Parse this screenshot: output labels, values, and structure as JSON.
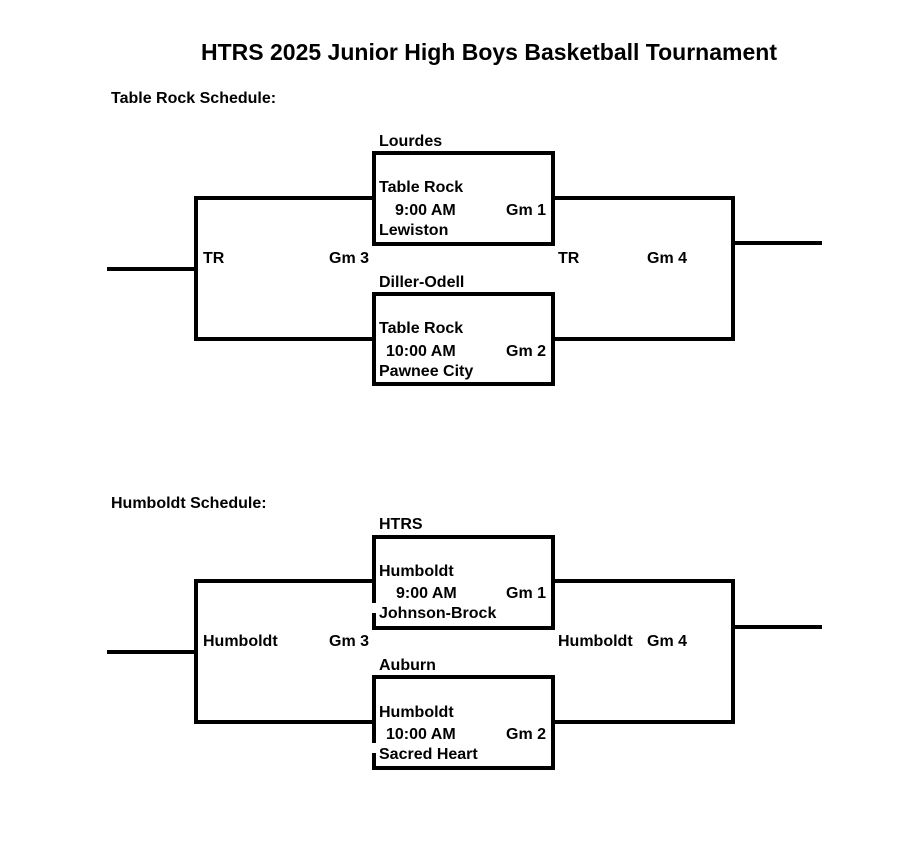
{
  "page": {
    "title": "HTRS 2025 Junior High Boys Basketball Tournament"
  },
  "brackets": [
    {
      "section_label": "Table Rock Schedule:",
      "game1": {
        "top_team": "Lourdes",
        "site": "Table Rock",
        "time": "9:00 AM",
        "game_label": "Gm 1",
        "bottom_team": "Lewiston"
      },
      "game2": {
        "top_team": "Diller-Odell",
        "site": "Table Rock",
        "time": "10:00 AM",
        "game_label": "Gm 2",
        "bottom_team": "Pawnee City"
      },
      "game3": {
        "site": "TR",
        "game_label": "Gm 3"
      },
      "game4": {
        "site": "TR",
        "game_label": "Gm 4"
      }
    },
    {
      "section_label": "Humboldt Schedule:",
      "game1": {
        "top_team": "HTRS",
        "site": "Humboldt",
        "time": "9:00 AM",
        "game_label": "Gm 1",
        "bottom_team": "Johnson-Brock"
      },
      "game2": {
        "top_team": "Auburn",
        "site": "Humboldt",
        "time": "10:00 AM",
        "game_label": "Gm 2",
        "bottom_team": "Sacred Heart"
      },
      "game3": {
        "site": "Humboldt",
        "game_label": "Gm 3"
      },
      "game4": {
        "site": "Humboldt",
        "game_label": "Gm 4"
      }
    }
  ]
}
